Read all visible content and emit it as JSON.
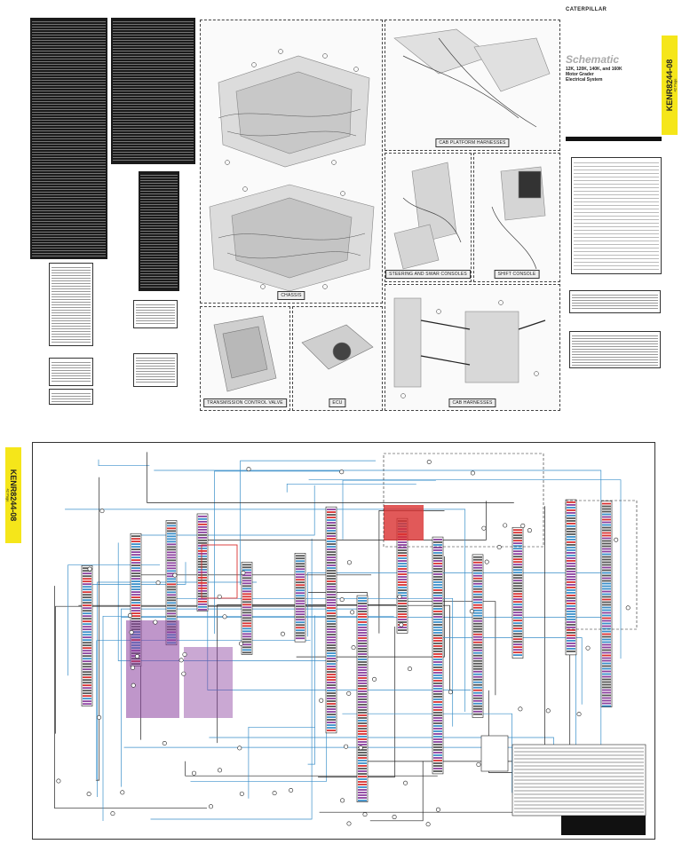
{
  "title_block": {
    "brand": "CATERPILLAR",
    "title": "Schematic",
    "models": "12K, 120K, 140K, and 160K",
    "machine": "Motor Grader",
    "system": "Electrical System"
  },
  "tags": {
    "doc_id": "KENR8244-08",
    "pages": "42 Page"
  },
  "regions": {
    "chassis": "CHASSIS",
    "cab_platform": "CAB PLATFORM HARNESSES",
    "steering": "STEERING AND SWAR CONSOLES",
    "shift_console": "SHIFT CONSOLE",
    "transmission": "TRANSMISSION CONTROL VALVE",
    "ecu": "ECU",
    "cab_harnesses": "CAB HARNESSES"
  },
  "colors": {
    "wire_blue": "#3a8fc9",
    "wire_red": "#d93030",
    "wire_purple": "#8a3f9e",
    "accent_yellow": "#f5e61a",
    "ink": "#222222"
  }
}
